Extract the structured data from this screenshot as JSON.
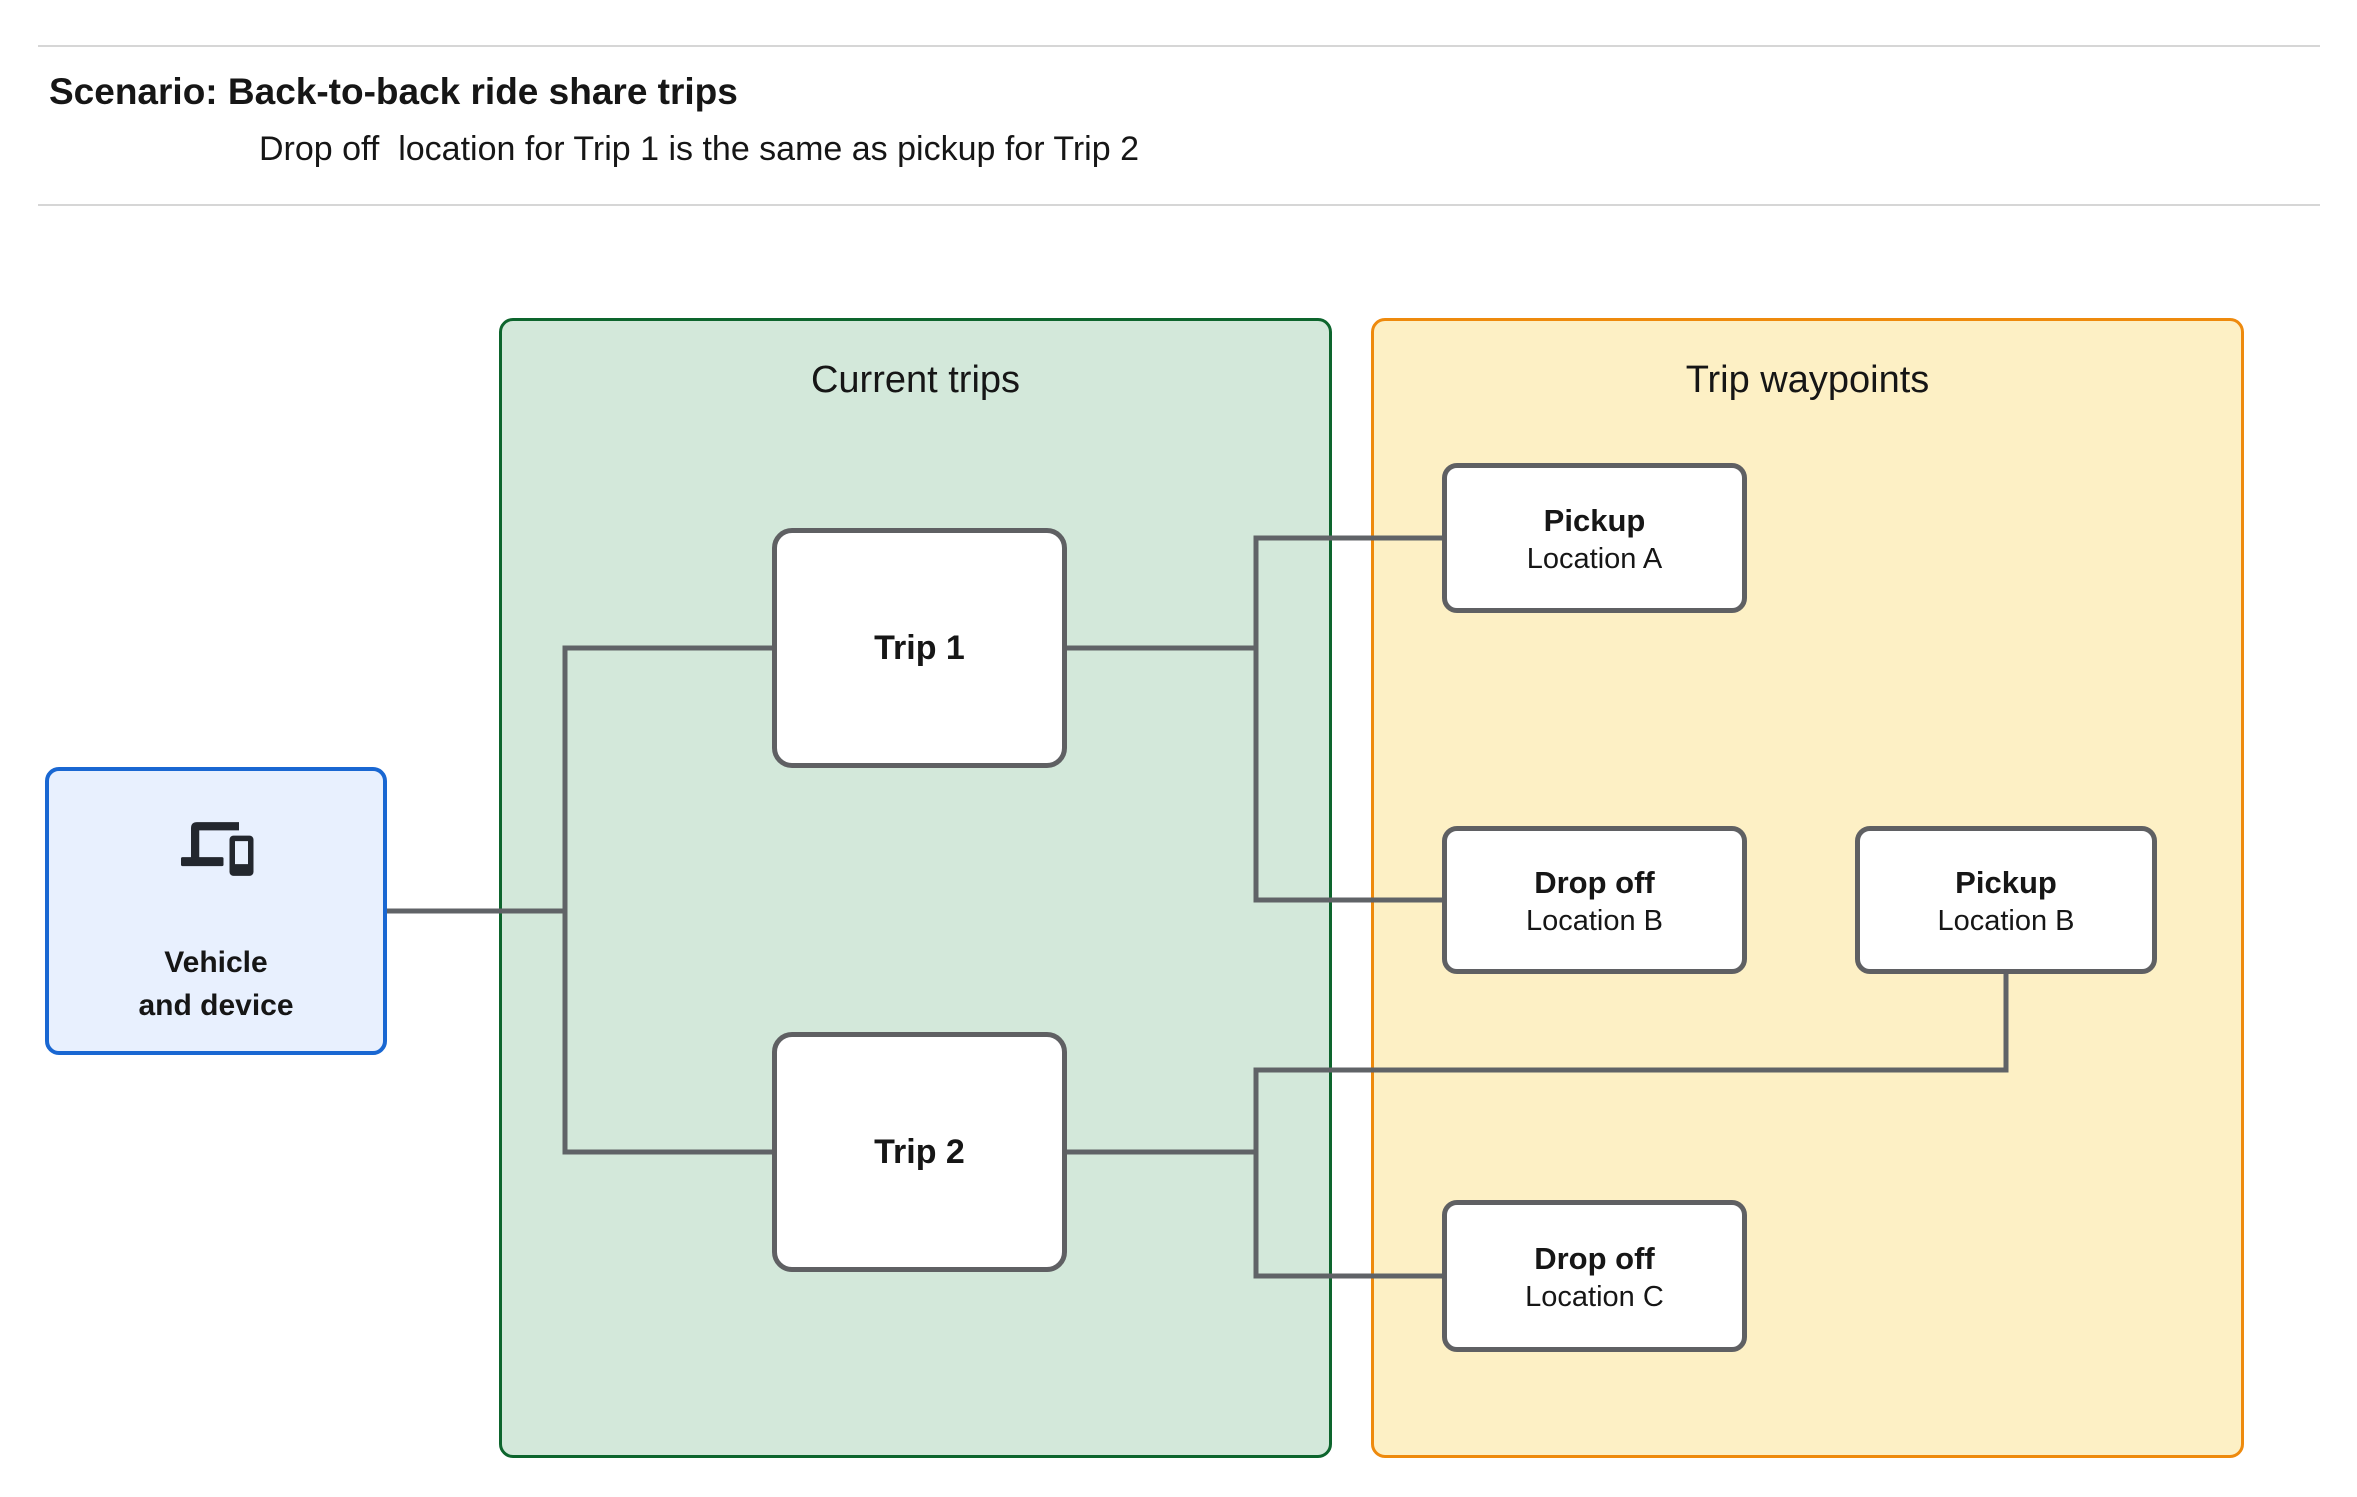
{
  "header": {
    "title": "Scenario: Back-to-back ride share trips",
    "subtitle": "Drop off  location for Trip 1 is the same as pickup for Trip 2"
  },
  "vehicle": {
    "icon": "devices-icon",
    "label_line1": "Vehicle",
    "label_line2": "and device"
  },
  "current_trips_panel": {
    "title": "Current trips",
    "trips": [
      {
        "label": "Trip 1"
      },
      {
        "label": "Trip 2"
      }
    ]
  },
  "trip_waypoints_panel": {
    "title": "Trip waypoints",
    "waypoints": [
      {
        "type": "Pickup",
        "location": "Location A"
      },
      {
        "type": "Drop off",
        "location": "Location B"
      },
      {
        "type": "Pickup",
        "location": "Location B"
      },
      {
        "type": "Drop off",
        "location": "Location C"
      }
    ]
  },
  "colors": {
    "panel-green-fill": "#D3E8DA",
    "panel-green-border": "#0D652D",
    "panel-yellow-fill": "#FDF0C5",
    "panel-yellow-border": "#EE8A0D",
    "vehicle-fill": "#E8F0FE",
    "vehicle-border": "#1967D2",
    "node-border": "#5F6063",
    "connector": "#606367",
    "hairline": "#D6D6D6",
    "text": "#161616",
    "icon": "#23272E"
  }
}
